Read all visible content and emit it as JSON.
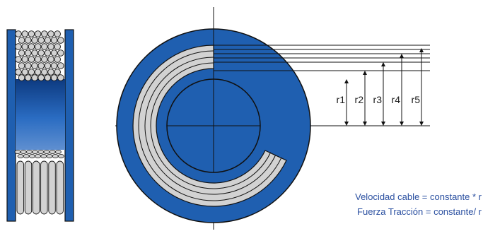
{
  "radius_labels": [
    "r1",
    "r2",
    "r3",
    "r4",
    "r5"
  ],
  "formulas": {
    "speed": "Velocidad cable = constante * r",
    "force": "Fuerza Tracción  = constante/ r"
  },
  "colors": {
    "drum_blue": "#1f5fb0",
    "drum_blue_dark": "#0f3f86",
    "cable_gray": "#d2d2d2",
    "outline": "#111111",
    "formula_text": "#2a4fa0"
  }
}
